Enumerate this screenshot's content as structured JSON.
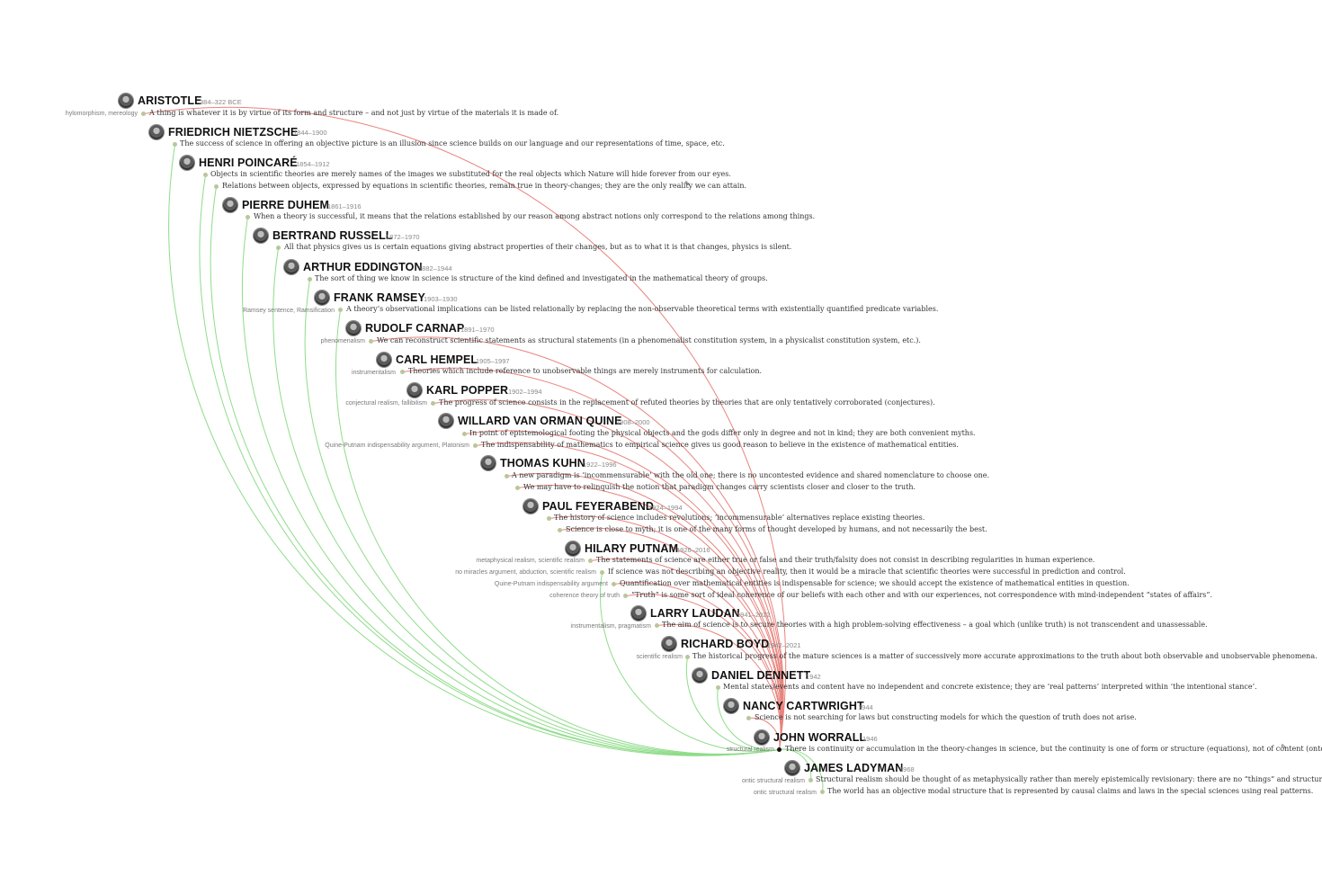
{
  "colors": {
    "agree": "#8fdc8a",
    "disagree": "#e8847e",
    "name": "#111111",
    "dot": "#b7c79a",
    "focus_dot": "#111111"
  },
  "focus": "John Worrall",
  "philosophers": [
    {
      "name": "ARISTOTLE",
      "years": "384–322 BCE",
      "quotes": [
        {
          "tag": "hylomorphism, mereology",
          "text": "A thing is whatever it is by virtue of its form and structure – and not just by virtue of the materials it is made of.",
          "stance": "disagree"
        }
      ]
    },
    {
      "name": "FRIEDRICH NIETZSCHE",
      "years": "1844–1900",
      "quotes": [
        {
          "tag": "",
          "text": "The success of science in offering an objective picture is an illusion since science builds on our language and our representations of time, space, etc.",
          "stance": "agree"
        }
      ]
    },
    {
      "name": "HENRI POINCARÉ",
      "years": "1854–1912",
      "quotes": [
        {
          "tag": "",
          "text": "Objects in scientific theories are merely names of the images we substituted for the real objects which Nature will hide forever from our eyes.",
          "stance": "agree"
        },
        {
          "tag": "",
          "text": "Relations between objects, expressed by equations in scientific theories, remain true in theory-changes; they are the only reality we can attain.",
          "stance": "agree",
          "note": true
        }
      ]
    },
    {
      "name": "PIERRE DUHEM",
      "years": "1861–1916",
      "quotes": [
        {
          "tag": "",
          "text": "When a theory is successful, it means that the relations established by our reason among abstract notions only correspond to the relations among things.",
          "stance": "agree"
        }
      ]
    },
    {
      "name": "BERTRAND RUSSELL",
      "years": "1872–1970",
      "quotes": [
        {
          "tag": "",
          "text": "All that physics gives us is certain equations giving abstract properties of their changes, but as to what it is that changes, physics is silent.",
          "stance": "agree"
        }
      ]
    },
    {
      "name": "ARTHUR EDDINGTON",
      "years": "1882–1944",
      "quotes": [
        {
          "tag": "",
          "text": "The sort of thing we know in science is structure of the kind defined and investigated in the mathematical theory of groups.",
          "stance": "agree"
        }
      ]
    },
    {
      "name": "FRANK RAMSEY",
      "years": "1903–1930",
      "quotes": [
        {
          "tag": "Ramsey sentence, Ramsification",
          "text": "A theory’s observational implications can be listed relationally by replacing the non-observable theoretical terms with existentially quantified predicate variables.",
          "stance": "agree"
        }
      ]
    },
    {
      "name": "RUDOLF CARNAP",
      "years": "1891–1970",
      "quotes": [
        {
          "tag": "phenomenalism",
          "text": "We can reconstruct scientific statements as structural statements (in a phenomenalist constitution system, in a physicalist constitution system, etc.).",
          "stance": "disagree"
        }
      ]
    },
    {
      "name": "CARL HEMPEL",
      "years": "1905–1997",
      "quotes": [
        {
          "tag": "instrumentalism",
          "text": "Theories which include reference to unobservable things are merely instruments for calculation.",
          "stance": "disagree"
        }
      ]
    },
    {
      "name": "KARL POPPER",
      "years": "1902–1994",
      "quotes": [
        {
          "tag": "conjectural realism, fallibilism",
          "text": "The progress of science consists in the replacement of refuted theories by theories that are only tentatively corroborated (conjectures).",
          "stance": "disagree"
        }
      ]
    },
    {
      "name": "WILLARD VAN ORMAN QUINE",
      "years": "1908–2000",
      "quotes": [
        {
          "tag": "",
          "text": "In point of epistemological footing the physical objects and the gods differ only in degree and not in kind; they are both convenient myths.",
          "stance": "disagree"
        },
        {
          "tag": "Quine-Putnam indispensability argument, Platonism",
          "text": "The indispensability of mathematics to empirical science gives us good reason to believe in the existence of mathematical entities.",
          "stance": "disagree"
        }
      ]
    },
    {
      "name": "THOMAS KUHN",
      "years": "1922–1996",
      "quotes": [
        {
          "tag": "",
          "text": "A new paradigm is ‘incommensurable’ with the old one; there is no uncontested evidence and shared nomenclature to choose one.",
          "stance": "disagree"
        },
        {
          "tag": "",
          "text": "We may have to relinquish the notion that paradigm changes carry scientists closer and closer to the truth.",
          "stance": "disagree"
        }
      ]
    },
    {
      "name": "PAUL FEYERABEND",
      "years": "1924–1994",
      "quotes": [
        {
          "tag": "",
          "text": "The history of science includes revolutions; ‘incommensurable’ alternatives replace existing theories.",
          "stance": "disagree"
        },
        {
          "tag": "",
          "text": "Science is close to myth; it is one of the many forms of thought developed by humans, and not necessarily the best.",
          "stance": "disagree"
        }
      ]
    },
    {
      "name": "HILARY PUTNAM",
      "years": "1926–2016",
      "quotes": [
        {
          "tag": "metaphysical realism, scientific realism",
          "text": "The statements of science are either true or false and their truth/falsity does not consist in describing regularities in human experience.",
          "stance": "disagree"
        },
        {
          "tag": "no miracles argument, abduction, scientific realism",
          "text": "If science was not describing an objective reality, then it would be a miracle that scientific theories were successful in prediction and control.",
          "stance": "agree"
        },
        {
          "tag": "Quine-Putnam indispensability argument",
          "text": "Quantification over mathematical entities is indispensable for science; we should accept the existence of mathematical entities in question.",
          "stance": "disagree"
        },
        {
          "tag": "coherence theory of truth",
          "text": "“Truth” is some sort of ideal coherence of our beliefs with each other and with our experiences, not correspondence with mind-independent “states of affairs”.",
          "stance": "disagree"
        }
      ]
    },
    {
      "name": "LARRY LAUDAN",
      "years": "1941–2022",
      "quotes": [
        {
          "tag": "instrumentalism, pragmatism",
          "text": "The aim of science is to secure theories with a high problem-solving effectiveness – a goal which (unlike truth) is not transcendent and unassessable.",
          "stance": "disagree"
        }
      ]
    },
    {
      "name": "RICHARD BOYD",
      "years": "1942–2021",
      "quotes": [
        {
          "tag": "scientific realism",
          "text": "The historical progress of the mature sciences is a matter of successively more accurate approximations to the truth about both observable and unobservable phenomena.",
          "stance": "agree"
        }
      ]
    },
    {
      "name": "DANIEL DENNETT",
      "years": "1942",
      "quotes": [
        {
          "tag": "",
          "text": "Mental states/events and content have no independent and concrete existence; they are ‘real patterns’ interpreted within ‘the intentional stance’.",
          "stance": "agree"
        }
      ]
    },
    {
      "name": "NANCY CARTWRIGHT",
      "years": "1944",
      "quotes": [
        {
          "tag": "",
          "text": "Science is not searching for laws but constructing models for which the question of truth does not arise.",
          "stance": "disagree"
        }
      ]
    },
    {
      "name": "JOHN WORRALL",
      "years": "1946",
      "focus": true,
      "quotes": [
        {
          "tag": "structural realism",
          "text": "There is continuity or accumulation in the theory-changes in science, but the continuity is one of form or structure (equations), not of content (ontology).",
          "stance": "focus",
          "note": true
        }
      ]
    },
    {
      "name": "JAMES LADYMAN",
      "years": "1968",
      "quotes": [
        {
          "tag": "ontic structural realism",
          "text": "Structural realism should be thought of as metaphysically rather than merely epistemically revisionary: there are no “things” and structure is all there is.",
          "stance": "agree"
        },
        {
          "tag": "ontic structural realism",
          "text": "The world has an objective modal structure that is represented by causal claims and laws in the special sciences using real patterns.",
          "stance": "agree"
        }
      ]
    }
  ]
}
